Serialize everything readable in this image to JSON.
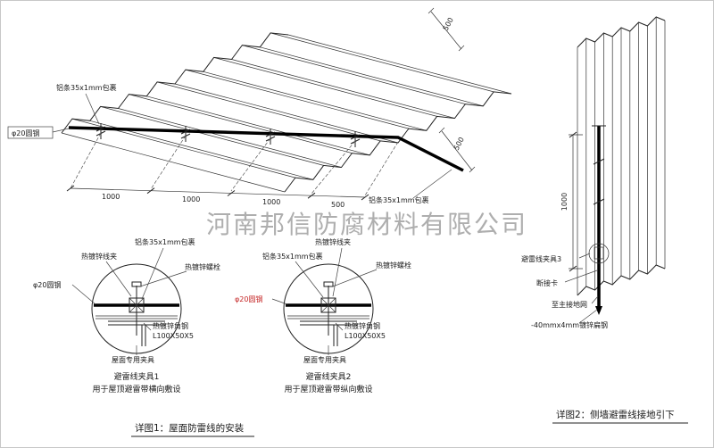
{
  "watermark": "河南邦信防腐材料有限公司",
  "figure1": {
    "caption": "详图1：屋面防雷线的安装",
    "roof_labels": {
      "alu_top": "铝条35x1mm包裹",
      "round_steel": "φ20圆钢",
      "alu_right": "铝条35x1mm包裹"
    },
    "dims": {
      "d1": "1000",
      "d2": "1000",
      "d3": "1000",
      "d4": "500",
      "d5": "500",
      "d6": "500"
    },
    "detail1": {
      "title": "避雷线夹具1",
      "subtitle": "用于屋顶避雷带横向敷设",
      "label_clip": "热镀锌线夹",
      "label_alu": "铝条35x1mm包裹",
      "label_bolt": "热镀锌螺栓",
      "label_round": "φ20圆钢",
      "label_angle1": "热镀锌角钢",
      "label_angle2": "L100X50X5",
      "label_fixture": "屋面专用夹具"
    },
    "detail2": {
      "title": "避雷线夹具2",
      "subtitle": "用于屋顶避雷带纵向敷设",
      "label_clip": "热镀锌线夹",
      "label_alu": "铝条35x1mm包裹",
      "label_bolt": "热镀锌螺栓",
      "label_round": "φ20圆钢",
      "label_angle1": "热镀锌角钢",
      "label_angle2": "L100X50X5",
      "label_fixture": "屋面专用夹具"
    }
  },
  "figure2": {
    "caption": "详图2：侧墙避雷线接地引下",
    "dim_height": "1000",
    "labels": {
      "clamp3": "避雷线夹具3",
      "disconnect": "断接卡",
      "to_ground": "至主接地网",
      "flat_steel": "-40mmx4mm镀锌扁钢"
    }
  }
}
